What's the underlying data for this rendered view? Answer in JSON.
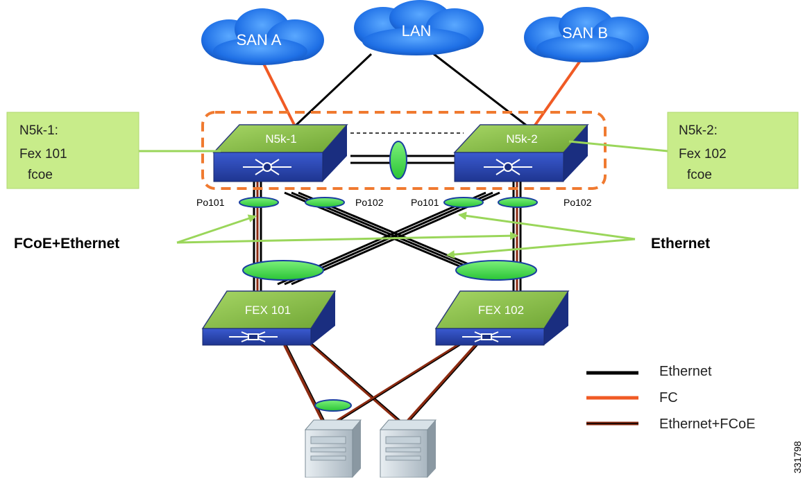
{
  "clouds": {
    "san_a": "SAN A",
    "lan": "LAN",
    "san_b": "SAN B"
  },
  "switches": {
    "n5k1": "N5k-1",
    "n5k2": "N5k-2",
    "fex101": "FEX 101",
    "fex102": "FEX 102"
  },
  "callouts": {
    "n5k1": {
      "line1": "N5k-1:",
      "line2": "Fex 101",
      "line3": "fcoe"
    },
    "n5k2": {
      "line1": "N5k-2:",
      "line2": "Fex 102",
      "line3": "fcoe"
    }
  },
  "port_channels": {
    "n5k1_a": "Po101",
    "n5k1_b": "Po102",
    "n5k2_a": "Po101",
    "n5k2_b": "Po102"
  },
  "annotations": {
    "fcoe_ethernet": "FCoE+Ethernet",
    "ethernet": "Ethernet"
  },
  "legend": {
    "items": [
      {
        "label": "Ethernet",
        "color": "#000000"
      },
      {
        "label": "FC",
        "color": "#f05a24"
      },
      {
        "label": "Ethernet+FCoE",
        "color": "#8b2a10"
      }
    ]
  },
  "figure_id": "331798",
  "colors": {
    "cloud_blue": "#1a6fe8",
    "switch_top_green": "#8fc44a",
    "switch_side_blue": "#2c47b0",
    "callout_green": "#c8ec8a",
    "arrow_green": "#9ad65a",
    "dashed_orange": "#f07a30",
    "fc_orange": "#f05a24"
  }
}
